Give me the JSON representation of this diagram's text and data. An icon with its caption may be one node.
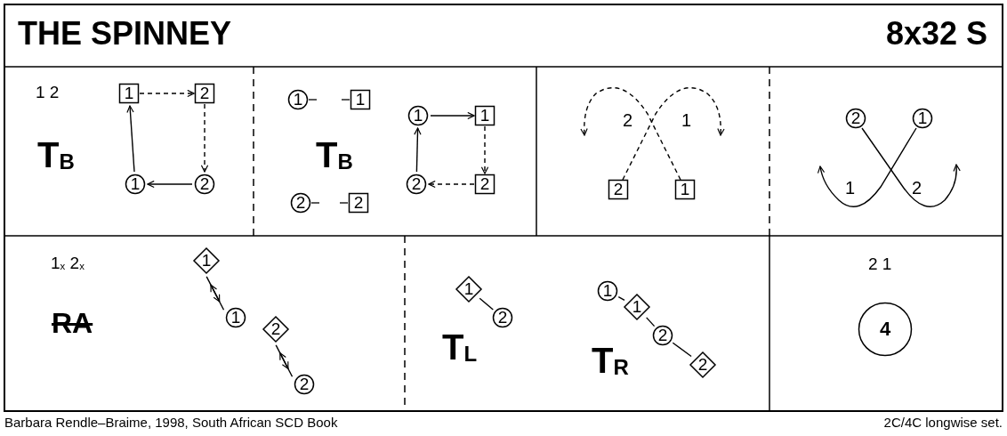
{
  "diagram": {
    "title": "THE SPINNEY",
    "nodes": [
      {
        "text": [
          "1"
        ]
      },
      {
        "text": [
          "2"
        ]
      },
      {
        "text": [
          "1"
        ]
      },
      {
        "text": [
          "2"
        ]
      },
      {
        "text": [
          "1"
        ]
      },
      {
        "text": [
          "1"
        ]
      },
      {
        "text": [
          "2"
        ]
      },
      {
        "text": [
          "2"
        ]
      },
      {
        "text": [
          "1"
        ]
      },
      {
        "text": [
          "1"
        ]
      },
      {
        "text": [
          "2"
        ]
      },
      {
        "text": [
          "2"
        ]
      },
      {
        "text": [
          "2"
        ]
      },
      {
        "text": [
          "1"
        ]
      },
      {
        "text": [
          "2"
        ]
      },
      {
        "text": [
          "1"
        ]
      },
      {
        "text": [
          "1"
        ]
      },
      {
        "text": [
          "1"
        ]
      },
      {
        "text": [
          "2"
        ]
      },
      {
        "text": [
          "2"
        ]
      },
      {
        "text": [
          "1"
        ]
      },
      {
        "text": [
          "2"
        ]
      },
      {
        "text": [
          "1"
        ]
      },
      {
        "text": [
          "1"
        ]
      },
      {
        "text": [
          "2"
        ]
      },
      {
        "text": [
          "2"
        ]
      },
      {
        "text": [
          "4"
        ]
      }
    ],
    "edges": [
      {
        "from": 0,
        "to": 1,
        "arrow": "to",
        "style": "dashed"
      },
      {
        "from": 1,
        "to": 3,
        "arrow": "to",
        "style": "dashed"
      },
      {
        "from": 3,
        "to": 2,
        "arrow": "to"
      },
      {
        "from": 2,
        "to": 0,
        "arrow": "to"
      },
      {
        "from": 8,
        "to": 9,
        "arrow": "to"
      },
      {
        "from": 9,
        "to": 11,
        "arrow": "to",
        "style": "dashed"
      },
      {
        "from": 11,
        "to": 10,
        "arrow": "to",
        "style": "dashed"
      },
      {
        "from": 10,
        "to": 8,
        "arrow": "to"
      },
      {
        "from": 12,
        "to": null,
        "arrow": "to",
        "style": "dashed"
      },
      {
        "from": 13,
        "to": null,
        "arrow": "to",
        "style": "dashed"
      },
      {
        "from": 14,
        "to": null,
        "arrow": "to"
      },
      {
        "from": 15,
        "to": null,
        "arrow": "to"
      },
      {
        "from": 16,
        "to": 17,
        "arrow": "to"
      },
      {
        "from": 17,
        "to": 16,
        "arrow": "to"
      },
      {
        "from": 18,
        "to": 19,
        "arrow": "to"
      },
      {
        "from": 19,
        "to": 18,
        "arrow": "to"
      },
      {
        "from": 20,
        "to": 21,
        "arrow": "none"
      },
      {
        "from": 22,
        "to": 23,
        "arrow": "none"
      },
      {
        "from": 23,
        "to": 24,
        "arrow": "none"
      },
      {
        "from": 24,
        "to": 25,
        "arrow": "none"
      }
    ],
    "labels": [
      "8x32 S",
      "1 2",
      "T$_{B}$",
      "T$_{B}$",
      "2",
      "1",
      "1",
      "2",
      "1$_{x}$ 2$_{x}$",
      "RA",
      "T$_{L}$",
      "T$_{R}$",
      "2 1",
      "Barbara Rendle–Braime, 1998, South African SCD Book",
      "2C/4C longwise set."
    ]
  }
}
